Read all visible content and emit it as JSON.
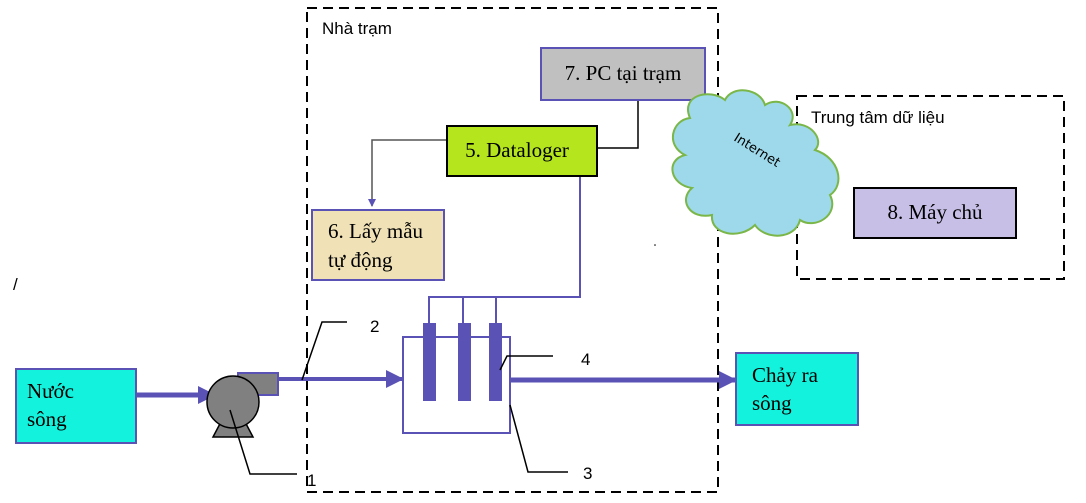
{
  "zones": {
    "station": "Nhà trạm",
    "datacenter": "Trung tâm dữ liệu"
  },
  "blocks": {
    "river_water": [
      "Nước",
      "sông"
    ],
    "outflow": [
      "Chảy ra",
      "sông"
    ],
    "datalogger": "5. Dataloger",
    "sampler": [
      "6. Lấy mẫu",
      "tự động"
    ],
    "station_pc": "7. PC tại trạm",
    "server": "8. Máy chủ",
    "internet": "Internet"
  },
  "callouts": [
    "1",
    "2",
    "3",
    "4"
  ],
  "stray_mark": "/",
  "colors": {
    "flow": "#5a52b5",
    "river_box": "#12f2dc",
    "datalogger": "#b5e61d",
    "sampler": "#f0e2b6",
    "pc": "#c0c0c0",
    "server": "#c8bfe7",
    "cloud": "#9dd9ea",
    "pump": "#808080"
  }
}
